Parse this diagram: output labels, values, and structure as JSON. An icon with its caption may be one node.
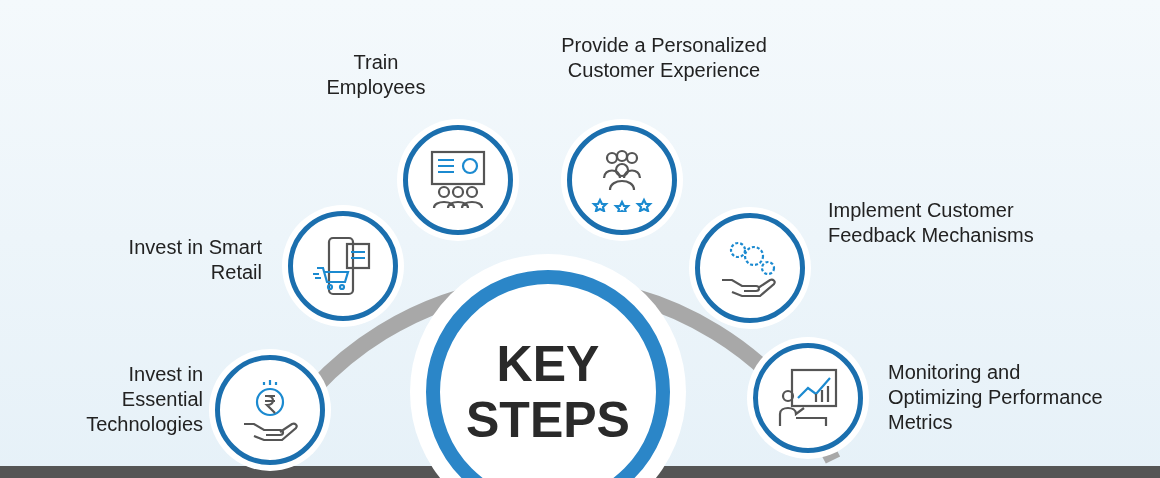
{
  "diagram": {
    "nodes": [
      {
        "text": [
          "KEY STEPS"
        ]
      },
      {
        "text": [],
        "shape": "circle",
        "beside": [
          "Invest in Essential Technologies"
        ]
      },
      {
        "text": [],
        "shape": "circle",
        "beside": [
          "Invest in Smart Retail"
        ]
      },
      {
        "text": [],
        "shape": "circle",
        "beside": [
          "Train Employees"
        ]
      },
      {
        "text": [],
        "shape": "circle",
        "beside": [
          "Provide a Personalized Customer Experience"
        ]
      },
      {
        "text": [],
        "shape": "circle",
        "beside": [
          "Implement Customer Feedback Mechanisms"
        ]
      },
      {
        "text": [],
        "shape": "circle",
        "beside": [
          "Monitoring and Optimizing Performance Metrics"
        ]
      }
    ]
  }
}
